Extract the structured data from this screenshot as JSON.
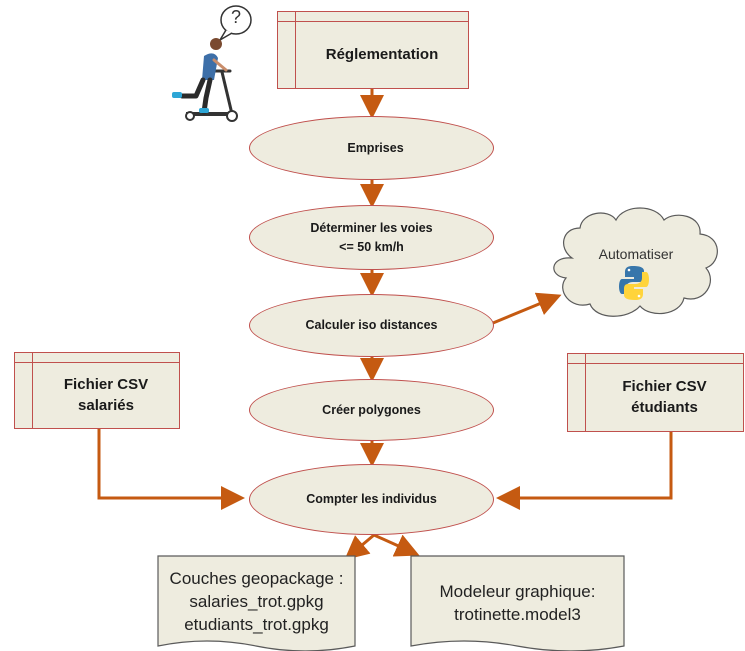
{
  "nodes": {
    "reglementation": "Réglementation",
    "emprises": "Emprises",
    "voies": "Déterminer les voies\n<= 50 km/h",
    "iso": "Calculer iso distances",
    "polygones": "Créer polygones",
    "compter": "Compter les individus",
    "csv_salaries": "Fichier CSV\nsalariés",
    "csv_etudiants": "Fichier CSV\nétudiants",
    "automatiser": "Automatiser",
    "doc_geopackage": "Couches geopackage :\nsalaries_trot.gpkg\netudiants_trot.gpkg",
    "doc_modeleur": "Modeleur graphique:\ntrotinette.model3"
  },
  "colors": {
    "arrow": "#c55a11",
    "border": "#c0504d",
    "fill": "#eeecdf",
    "qgis_green": "#589632",
    "qgis_yellow": "#f0d43a",
    "python_blue": "#3776ab",
    "python_yellow": "#ffd43b"
  },
  "icons": {
    "scooter": "person-on-scooter-icon",
    "question": "question-bubble-icon",
    "qgis": "qgis-logo-icon",
    "python": "python-logo-icon"
  },
  "bubble_text": "?"
}
